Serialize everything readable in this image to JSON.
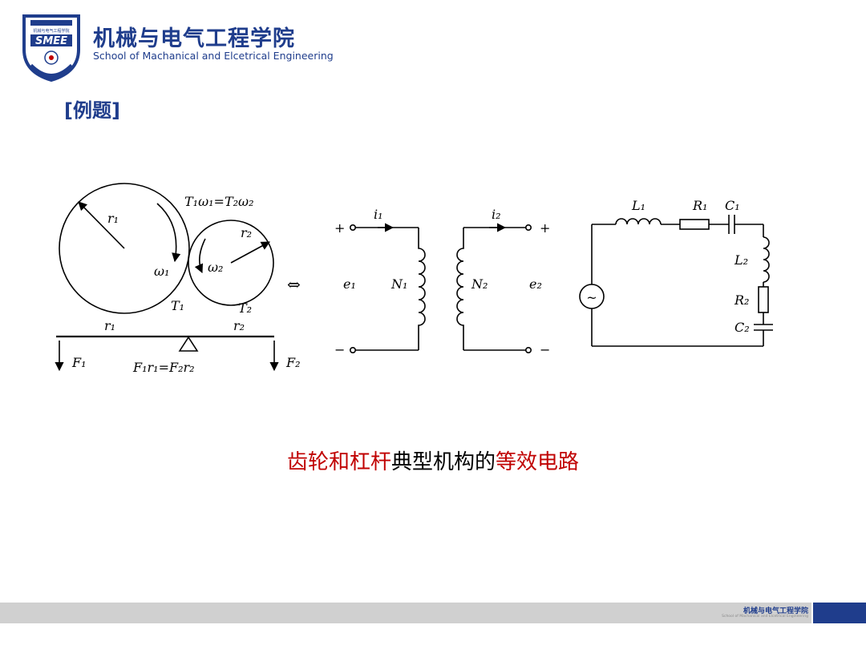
{
  "header": {
    "logo_text": "SMEE",
    "logo_top_text": "机械与电气工程学院",
    "school_name_cn": "机械与电气工程学院",
    "school_name_en": "School of Machanical and Elcetrical Engineering"
  },
  "section_title": "[例题]",
  "gear_lever": {
    "torque_relation": "T₁ω₁=T₂ω₂",
    "r1": "r₁",
    "r2": "r₂",
    "omega1": "ω₁",
    "omega2": "ω₂",
    "T1": "T₁",
    "T2": "T₂",
    "lever_r1": "r₁",
    "lever_r2": "r₂",
    "F1": "F₁",
    "F2": "F₂",
    "force_relation": "F₁r₁=F₂r₂"
  },
  "equivalence_symbol": "⇔",
  "transformer": {
    "plus_left": "+",
    "minus_left": "−",
    "plus_right": "+",
    "minus_right": "−",
    "i1": "i₁",
    "i2": "i₂",
    "e1": "e₁",
    "e2": "e₂",
    "N1": "N₁",
    "N2": "N₂"
  },
  "rlc": {
    "L1": "L₁",
    "R1": "R₁",
    "C1": "C₁",
    "L2": "L₂",
    "R2": "R₂",
    "C2": "C₂",
    "source": "~"
  },
  "caption": {
    "part1": "齿轮和杠杆",
    "part2": "典型机构的",
    "part3": "等效电路"
  },
  "footer": {
    "school_cn": "机械与电气工程学院",
    "school_en": "School of Machanical and Elcetrical Engineering"
  },
  "colors": {
    "brand_blue": "#1f3d8c",
    "caption_red": "#c00000",
    "footer_gray": "#d0d0d0"
  }
}
